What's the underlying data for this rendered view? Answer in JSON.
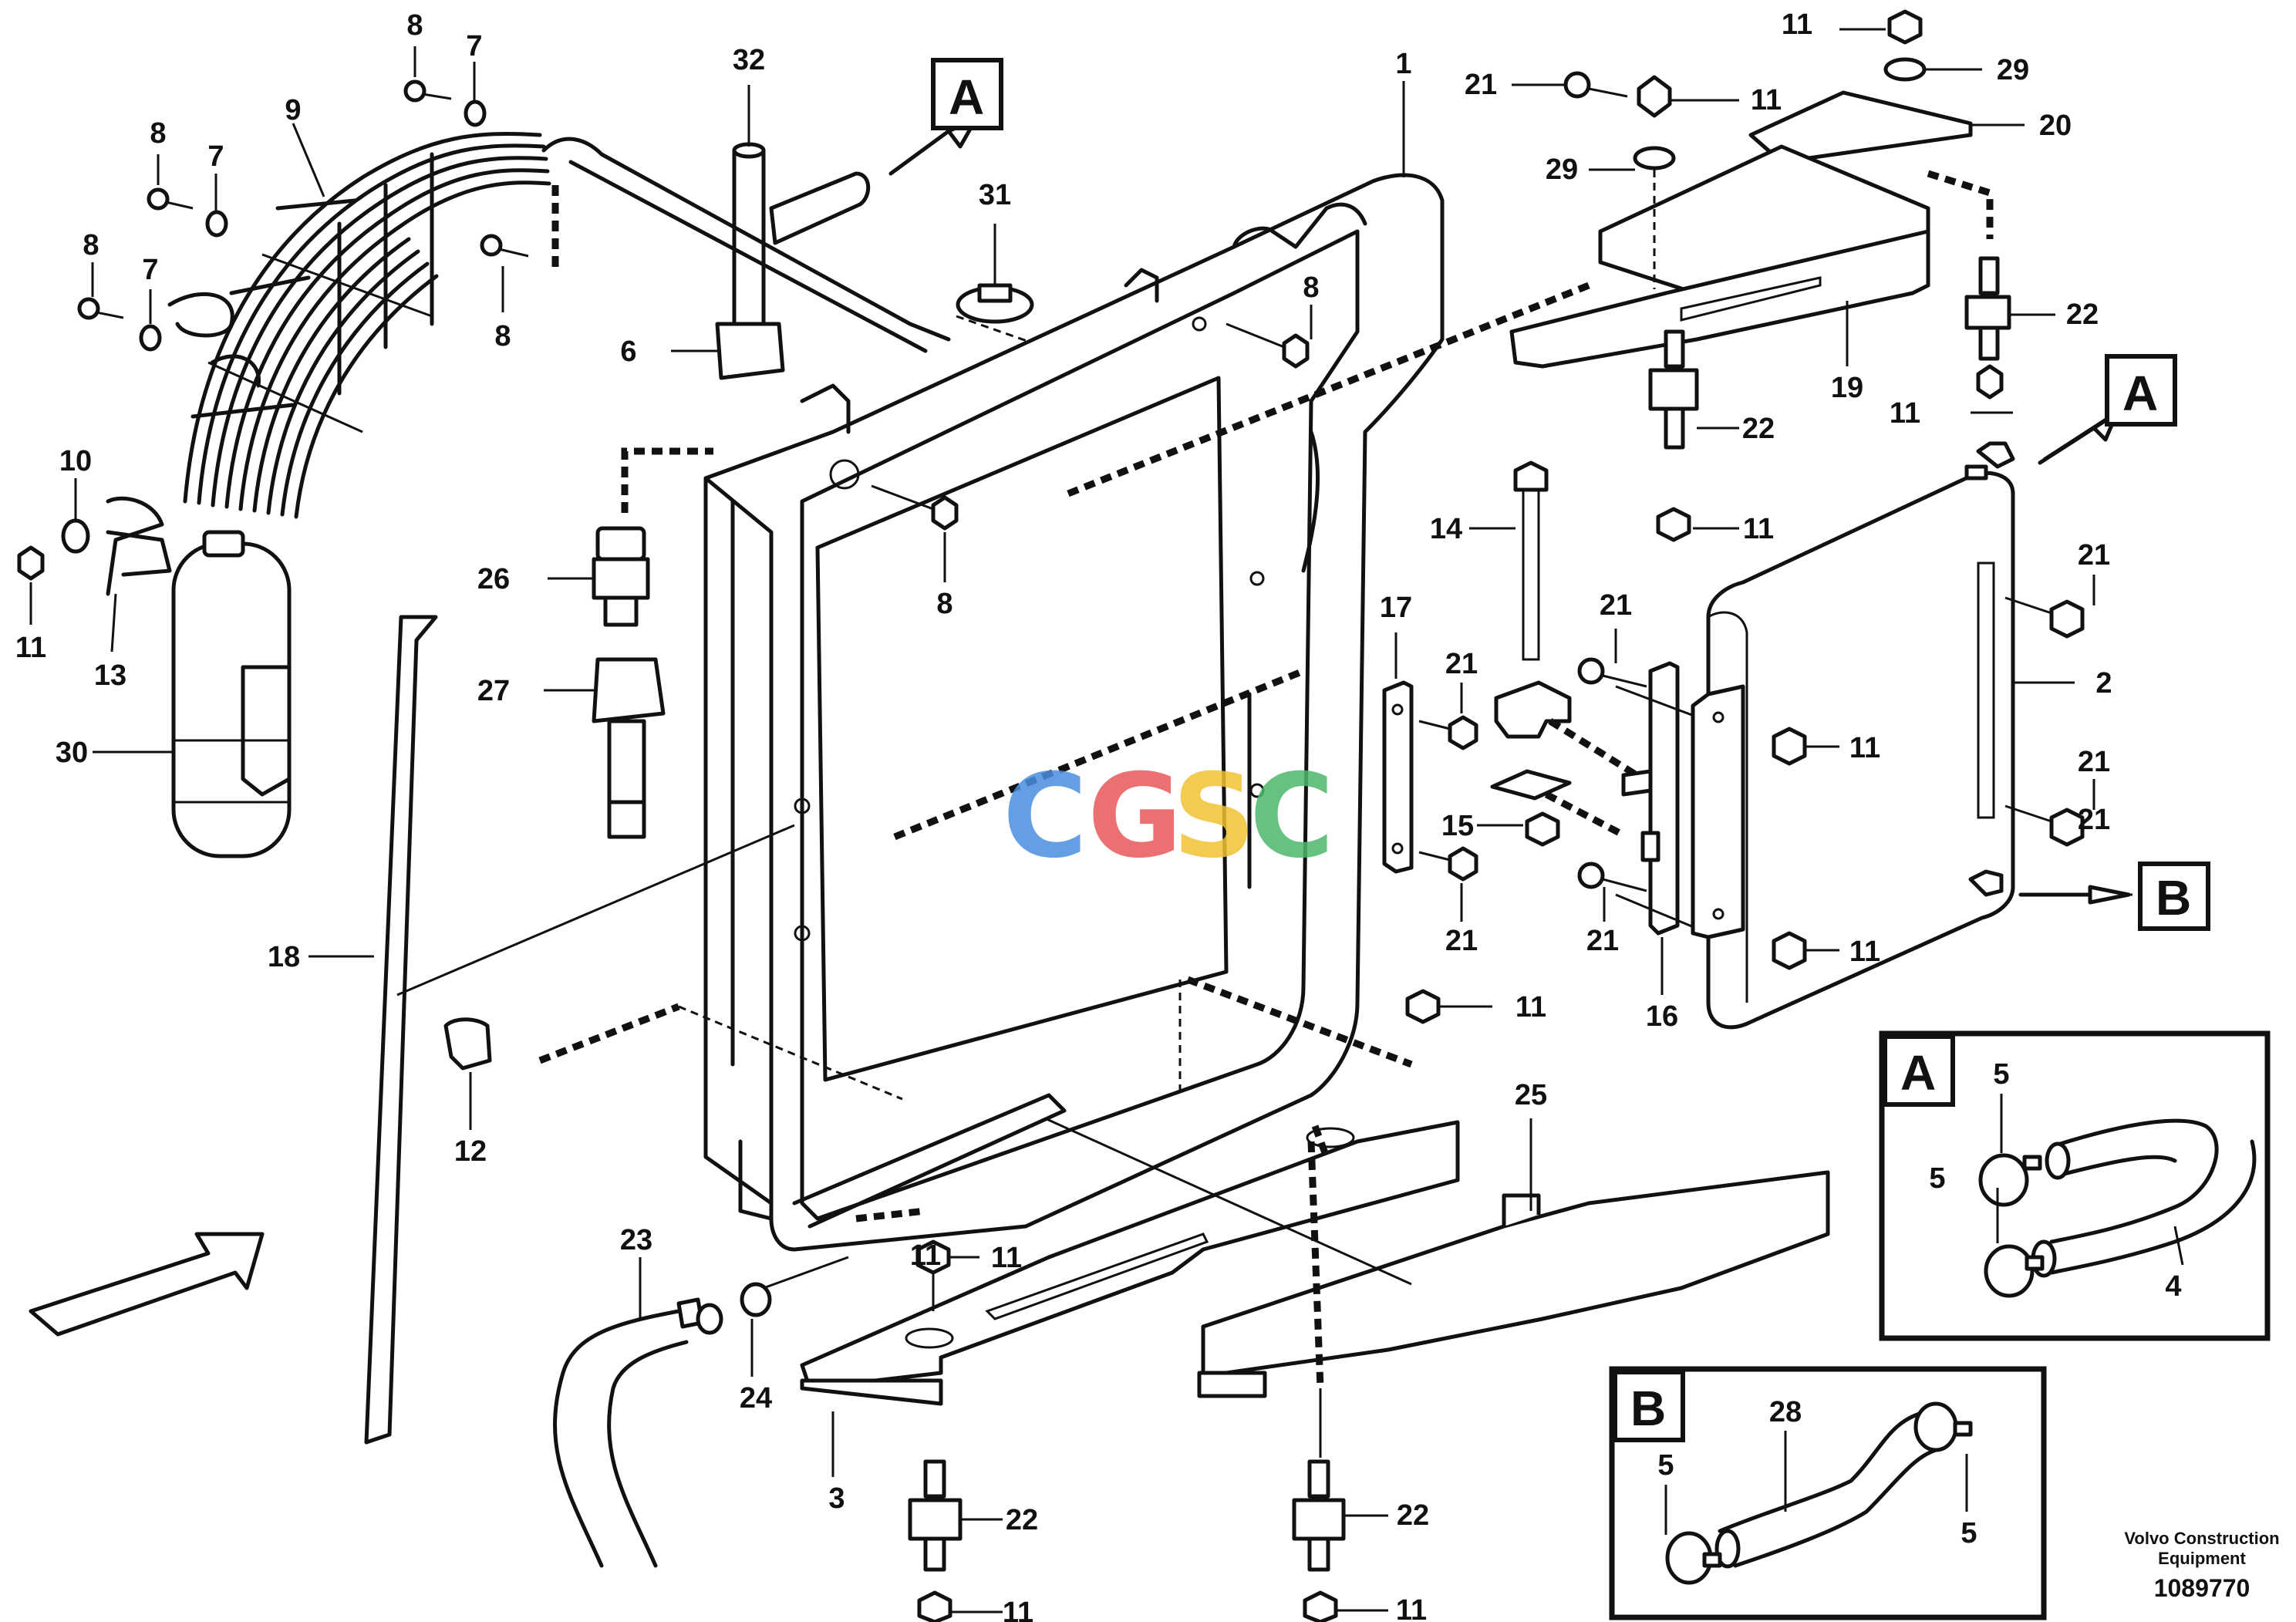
{
  "callouts": [
    {
      "text": "8"
    },
    {
      "text": "7"
    },
    {
      "text": "9"
    },
    {
      "text": "8"
    },
    {
      "text": "7"
    },
    {
      "text": "8"
    },
    {
      "text": "7"
    },
    {
      "text": "8"
    },
    {
      "text": "10"
    },
    {
      "text": "11"
    },
    {
      "text": "13"
    },
    {
      "text": "30"
    },
    {
      "text": "32"
    },
    {
      "text": "6"
    },
    {
      "text": "31"
    },
    {
      "text": "26"
    },
    {
      "text": "27"
    },
    {
      "text": "8"
    },
    {
      "text": "18"
    },
    {
      "text": "12"
    },
    {
      "text": "1"
    },
    {
      "text": "8"
    },
    {
      "text": "21"
    },
    {
      "text": "11"
    },
    {
      "text": "29"
    },
    {
      "text": "11"
    },
    {
      "text": "29"
    },
    {
      "text": "20"
    },
    {
      "text": "22"
    },
    {
      "text": "19"
    },
    {
      "text": "22"
    },
    {
      "text": "11"
    },
    {
      "text": "11"
    },
    {
      "text": "14"
    },
    {
      "text": "11"
    },
    {
      "text": "17"
    },
    {
      "text": "21"
    },
    {
      "text": "21"
    },
    {
      "text": "15"
    },
    {
      "text": "21"
    },
    {
      "text": "21"
    },
    {
      "text": "11"
    },
    {
      "text": "21"
    },
    {
      "text": "11"
    },
    {
      "text": "16"
    },
    {
      "text": "21"
    },
    {
      "text": "2"
    },
    {
      "text": "21"
    },
    {
      "text": "11"
    },
    {
      "text": "25"
    },
    {
      "text": "23"
    },
    {
      "text": "24"
    },
    {
      "text": "11"
    },
    {
      "text": "3"
    },
    {
      "text": "22"
    },
    {
      "text": "11"
    },
    {
      "text": "22"
    },
    {
      "text": "11"
    },
    {
      "text": "5"
    },
    {
      "text": "5"
    },
    {
      "text": "4"
    },
    {
      "text": "5"
    },
    {
      "text": "28"
    },
    {
      "text": "5"
    }
  ],
  "reference_boxes": [
    {
      "text": "A"
    },
    {
      "text": "A"
    },
    {
      "text": "B"
    },
    {
      "text": "A"
    },
    {
      "text": "B"
    }
  ],
  "watermark": {
    "letters": [
      "C",
      "G",
      "S",
      "C"
    ],
    "colors": [
      "#4a8fe0",
      "#e8585a",
      "#f2c232",
      "#4cb86a"
    ]
  },
  "footer": {
    "company_line1": "Volvo Construction",
    "company_line2": "Equipment",
    "doc_number": "1089770"
  }
}
